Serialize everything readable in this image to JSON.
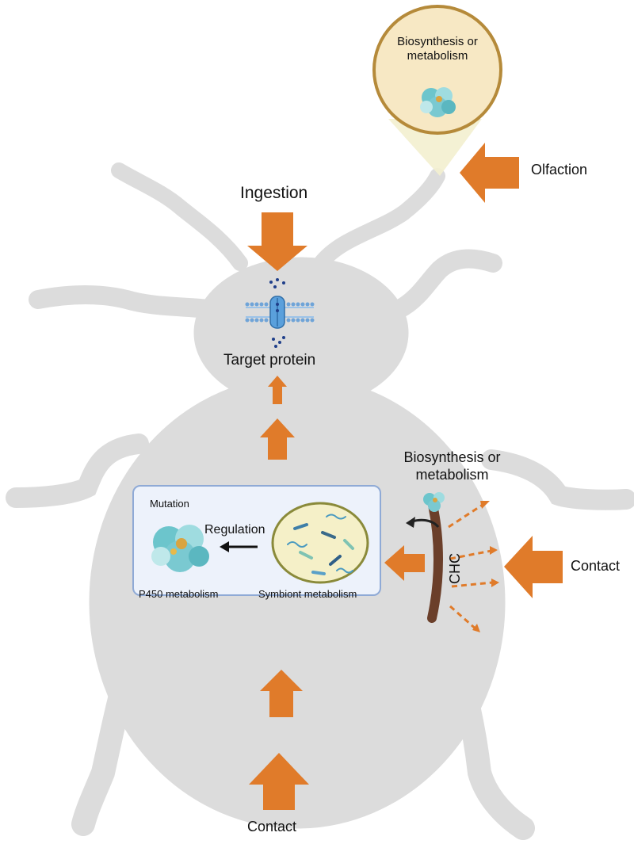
{
  "labels": {
    "ingestion": "Ingestion",
    "olfaction": "Olfaction",
    "target_protein": "Target protein",
    "biosynthesis_top": "Biosynthesis or metabolism",
    "biosynthesis_right": "Biosynthesis or metabolism",
    "contact_right": "Contact",
    "contact_bottom": "Contact",
    "chc": "CHC",
    "mutation": "Mutation",
    "regulation": "Regulation",
    "p450_metabolism": "P450 metabolism",
    "symbiont_metabolism": "Symbiont metabolism"
  },
  "colors": {
    "arrow": "#e07b2a",
    "beetle": "#dcdcdc",
    "bubble_fill": "#f7e8c4",
    "bubble_border": "#b58a3a",
    "panel_fill": "#edf2fb",
    "panel_border": "#8faad6",
    "cuticle": "#6b3f2a",
    "symbiont_fill": "#f5f0c8",
    "symbiont_border": "#8a8a3a",
    "membrane": "#4b86c9"
  },
  "icons": [
    "protein-structure-icon",
    "membrane-channel-icon",
    "bacteria-icon"
  ]
}
